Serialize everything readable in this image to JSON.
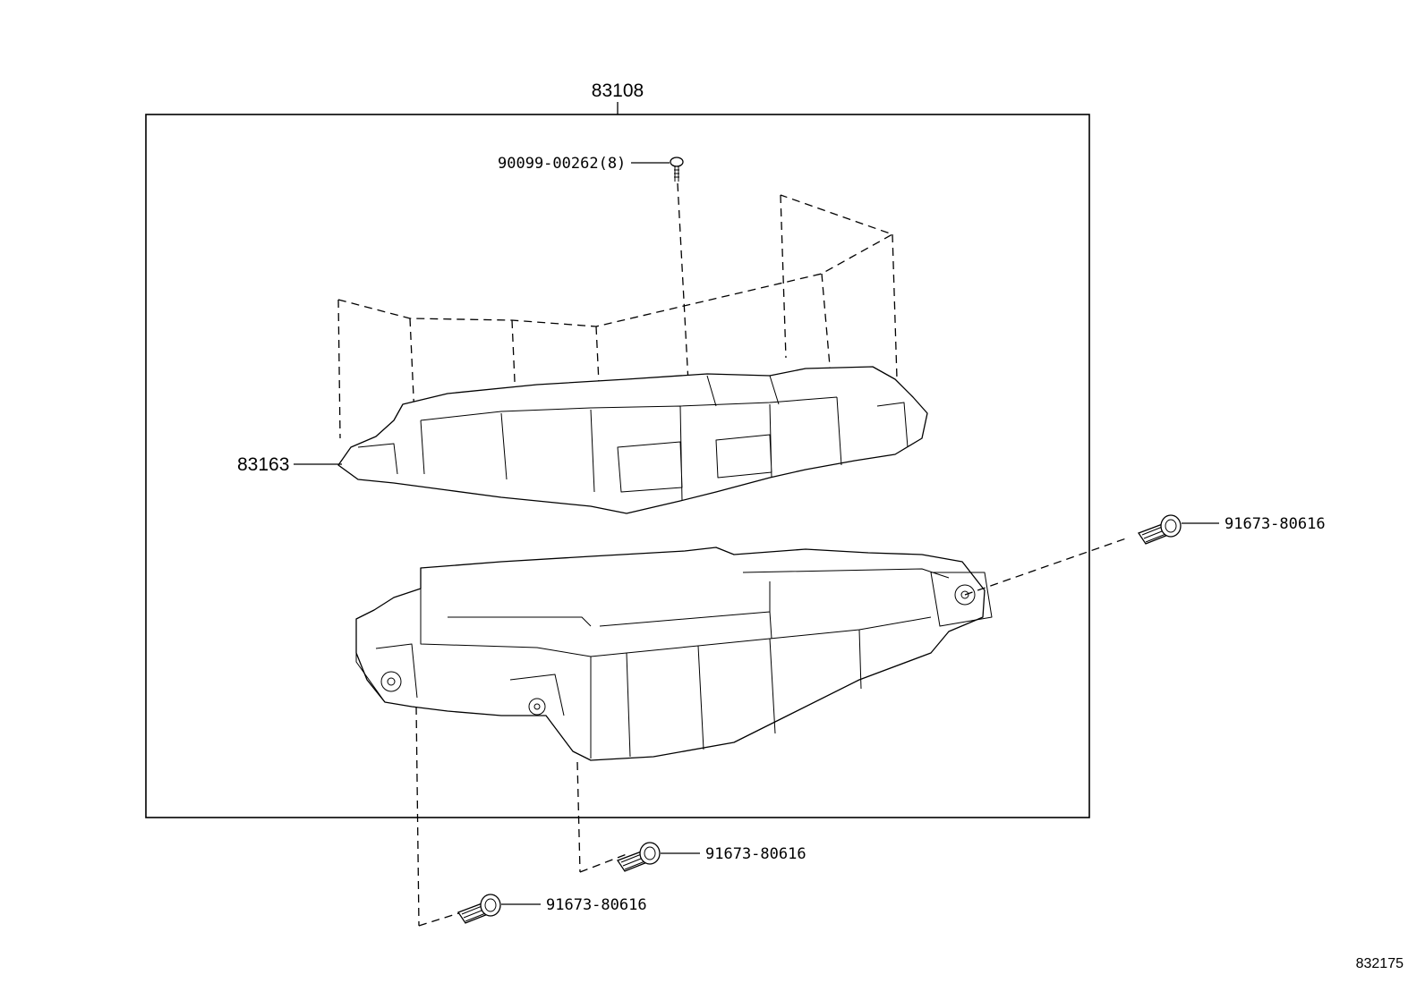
{
  "assembly": {
    "part_number": "83108"
  },
  "callouts": {
    "screw_top": "90099-00262(8)",
    "cover": "83163",
    "bolt_right": "91673-80616",
    "bolt_bottom_mid": "91673-80616",
    "bolt_bottom_left": "91673-80616"
  },
  "illustration_ref": "832175"
}
